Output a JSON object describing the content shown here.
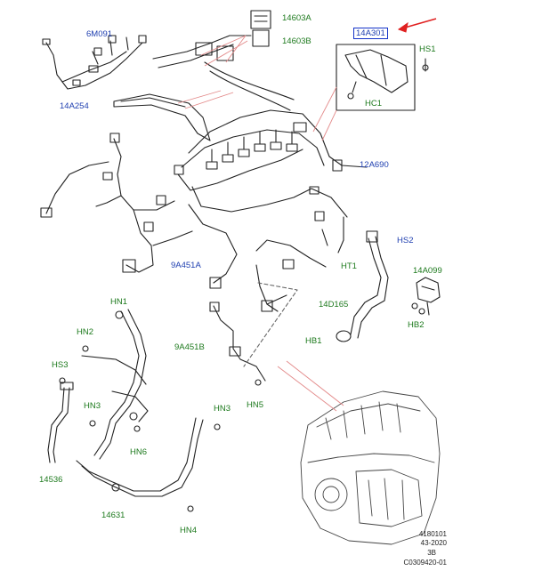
{
  "labels": {
    "p_6M091": "6M091",
    "p_14603A": "14603A",
    "p_14603B": "14603B",
    "p_14A301": "14A301",
    "p_HS1": "HS1",
    "p_HC1": "HC1",
    "p_14A254": "14A254",
    "p_12A690": "12A690",
    "p_HS2": "HS2",
    "p_9A451A": "9A451A",
    "p_HT1": "HT1",
    "p_14A099": "14A099",
    "p_14D165": "14D165",
    "p_HB2": "HB2",
    "p_HB1": "HB1",
    "p_HN1": "HN1",
    "p_HN2": "HN2",
    "p_HS3": "HS3",
    "p_9A451B": "9A451B",
    "p_HN5": "HN5",
    "p_HN3a": "HN3",
    "p_HN3b": "HN3",
    "p_HN6": "HN6",
    "p_14536": "14536",
    "p_14631": "14631",
    "p_HN4": "HN4"
  },
  "footer": {
    "line1": "4180101",
    "line2": "43-2020",
    "line3": "3B",
    "line4": "C0309420-01"
  },
  "colors": {
    "part_label_blue": "#1f3fb0",
    "fastener_label_green": "#1e7a1e",
    "highlight_box": "#1433c8",
    "arrow_red": "#e02020",
    "leader_red": "#e38a8a",
    "line_art": "#222222"
  }
}
